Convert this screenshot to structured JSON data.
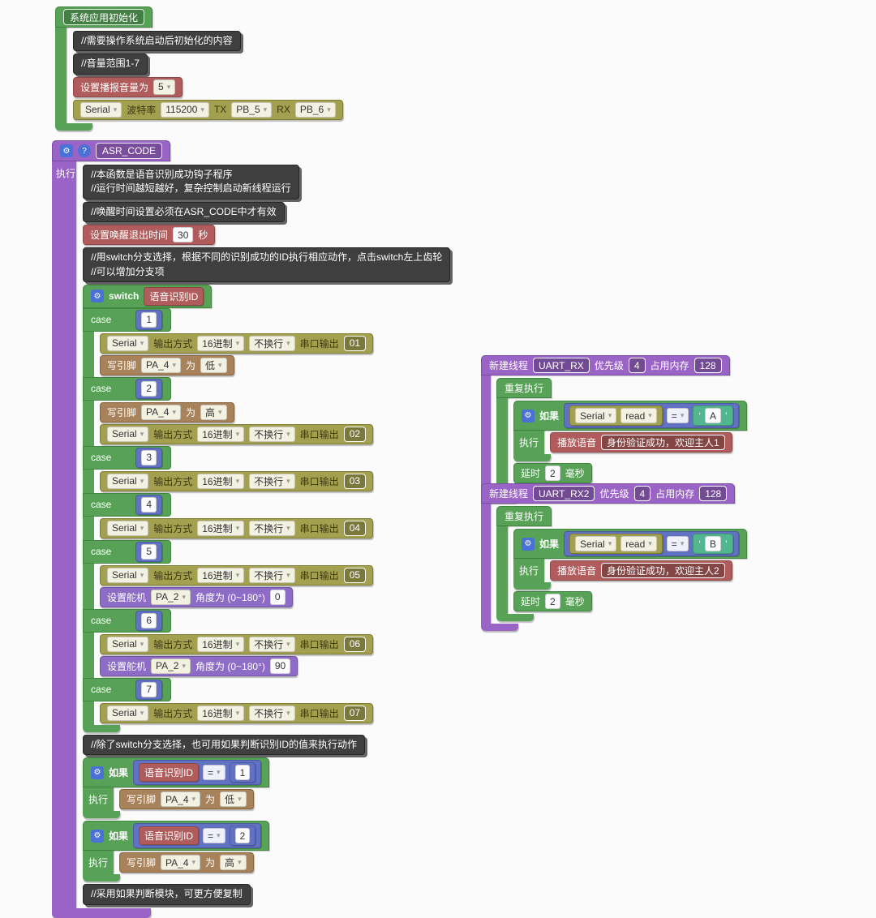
{
  "colors": {
    "canvas": "#fbfbfb",
    "green": "#57a257",
    "red": "#b05c5c",
    "olive": "#a3a04f",
    "brown": "#a8825a",
    "purple": "#9a63c6",
    "servo_purple": "#8c6cc4",
    "blue": "#6272c3",
    "teal": "#52b68e",
    "comment_bg": "#3f3f3f",
    "icon_blue": "#4a72d6"
  },
  "icons": {
    "gear": "⚙",
    "help": "?"
  },
  "init": {
    "title": "系统应用初始化",
    "comment1": "//需要操作系统启动后初始化的内容",
    "comment2": "//音量范围1-7",
    "volume_label": "设置播报音量为",
    "volume_value": "5",
    "serial": {
      "port": "Serial",
      "baud_label": "波特率",
      "baud": "115200",
      "tx_label": "TX",
      "tx": "PB_5",
      "rx_label": "RX",
      "rx": "PB_6"
    }
  },
  "asr": {
    "title": "ASR_CODE",
    "exec_label": "执行",
    "comment1_line1": "//本函数是语音识别成功钩子程序",
    "comment1_line2": "//运行时间越短越好，复杂控制启动新线程运行",
    "comment2": "//唤醒时间设置必须在ASR_CODE中才有效",
    "wake_label": "设置唤醒退出时间",
    "wake_value": "30",
    "wake_unit": "秒",
    "comment3_line1": "//用switch分支选择，根据不同的识别成功的ID执行相应动作，点击switch左上齿轮",
    "comment3_line2": "//可以增加分支项",
    "switch": {
      "label": "switch",
      "arg": "语音识别ID",
      "case_label": "case",
      "serial": {
        "port": "Serial",
        "mode_label": "输出方式",
        "mode": "16进制",
        "newline": "不换行",
        "out_label": "串口输出"
      },
      "pin": {
        "label": "写引脚",
        "to_label": "为",
        "pin": "PA_4"
      },
      "servo": {
        "label": "设置舵机",
        "pin": "PA_2",
        "angle_label": "角度为 (0~180°)"
      },
      "cases": [
        {
          "value": "1",
          "out": "01",
          "pin_level": "低"
        },
        {
          "value": "2",
          "out": "02",
          "pin_level": "高"
        },
        {
          "value": "3",
          "out": "03"
        },
        {
          "value": "4",
          "out": "04"
        },
        {
          "value": "5",
          "out": "05",
          "servo_angle": "0"
        },
        {
          "value": "6",
          "out": "06",
          "servo_angle": "90"
        },
        {
          "value": "7",
          "out": "07"
        }
      ]
    },
    "comment4": "//除了switch分支选择，也可用如果判断识别ID的值来执行动作",
    "if_label": "如果",
    "eq": "=",
    "ifs": [
      {
        "arg": "语音识别ID",
        "value": "1",
        "pin": "PA_4",
        "level": "低"
      },
      {
        "arg": "语音识别ID",
        "value": "2",
        "pin": "PA_4",
        "level": "高"
      }
    ],
    "comment5": "//采用如果判断模块，可更方便复制"
  },
  "threads": [
    {
      "new_label": "新建线程",
      "name": "UART_RX",
      "prio_label": "优先级",
      "prio": "4",
      "mem_label": "占用内存",
      "mem": "128",
      "loop_label": "重复执行",
      "if_label": "如果",
      "exec_label": "执行",
      "serial": "Serial",
      "read": "read",
      "eq": "=",
      "quote_open": "‘",
      "char": "A",
      "quote_close": "’",
      "play_label": "播放语音",
      "play_text": "身份验证成功，欢迎主人1",
      "delay_label": "延时",
      "delay_value": "2",
      "delay_unit": "毫秒"
    },
    {
      "new_label": "新建线程",
      "name": "UART_RX2",
      "prio_label": "优先级",
      "prio": "4",
      "mem_label": "占用内存",
      "mem": "128",
      "loop_label": "重复执行",
      "if_label": "如果",
      "exec_label": "执行",
      "serial": "Serial",
      "read": "read",
      "eq": "=",
      "quote_open": "‘",
      "char": "B",
      "quote_close": "’",
      "play_label": "播放语音",
      "play_text": "身份验证成功，欢迎主人2",
      "delay_label": "延时",
      "delay_value": "2",
      "delay_unit": "毫秒"
    }
  ]
}
